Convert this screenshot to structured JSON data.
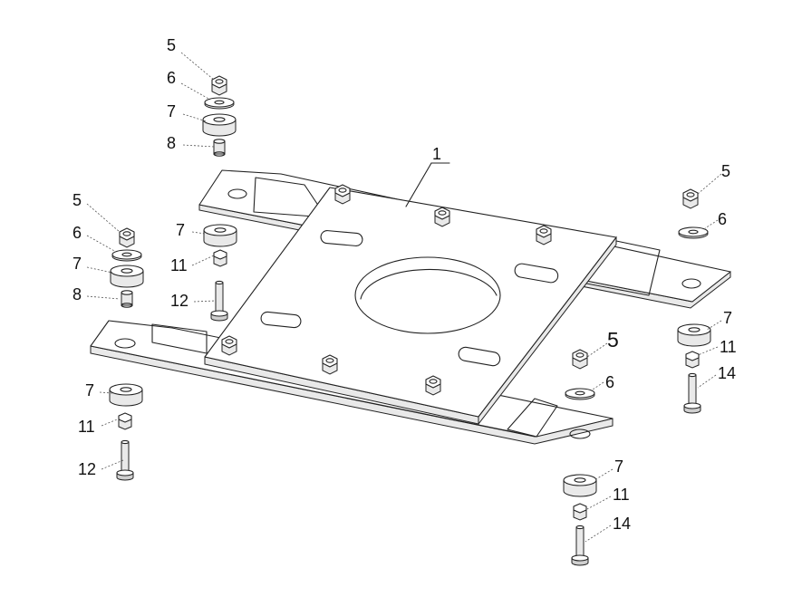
{
  "callouts": {
    "c1": "1",
    "tl_5": "5",
    "tl_6": "6",
    "tl_7": "7",
    "tl_8": "8",
    "ml_5": "5",
    "ml_6": "6",
    "ml_7": "7",
    "ml_8": "8",
    "mc_7": "7",
    "mc_11": "11",
    "mc_12": "12",
    "bl_7": "7",
    "bl_11": "11",
    "bl_12": "12",
    "tr_5": "5",
    "tr_6": "6",
    "mr_7": "7",
    "mr_11": "11",
    "mr_14": "14",
    "cr_5": "5",
    "cr_6": "6",
    "br_7": "7",
    "br_11": "11",
    "br_14": "14"
  }
}
